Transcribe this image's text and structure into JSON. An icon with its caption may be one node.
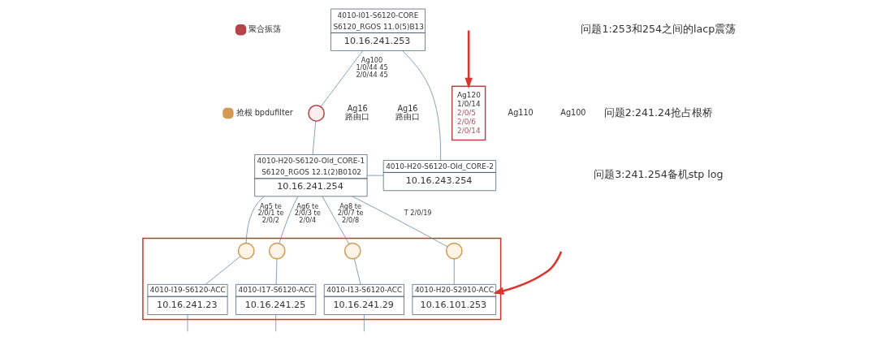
{
  "diagram": {
    "nodes": [
      {
        "text": [
          "4010-I01-S6120-CORE",
          "S6120_RGOS 11.0(5)B13",
          "10.16.241.253"
        ]
      },
      {
        "text": [
          "Ag120",
          "1/0/14",
          "2/0/5",
          "2/0/6",
          "2/0/14"
        ]
      },
      {
        "text": [],
        "shape": "circle"
      },
      {
        "text": [
          "4010-H20-S6120-Old_CORE-1",
          "S6120_RGOS 12.1(2)B0102",
          "10.16.241.254"
        ]
      },
      {
        "text": [
          "4010-H20-S6120-Old_CORE-2",
          "10.16.243.254"
        ]
      },
      {
        "text": [],
        "shape": "box"
      },
      {
        "text": [],
        "shape": "circle",
        "in": 5
      },
      {
        "text": [],
        "shape": "circle",
        "in": 5
      },
      {
        "text": [],
        "shape": "circle",
        "in": 5
      },
      {
        "text": [],
        "shape": "circle",
        "in": 5
      },
      {
        "text": [
          "4010-I19-S6120-ACC",
          "10.16.241.23"
        ],
        "in": 5
      },
      {
        "text": [
          "4010-I17-S6120-ACC",
          "10.16.241.25"
        ],
        "in": 5
      },
      {
        "text": [
          "4010-I13-S6120-ACC",
          "10.16.241.29"
        ],
        "in": 5
      },
      {
        "text": [
          "4010-H20-S2910-ACC",
          "10.16.101.253"
        ],
        "in": 5
      }
    ],
    "edges": [
      {
        "from": 0,
        "to": 2,
        "arrow": "none",
        "label": "Ag100 1/0/44 45 2/0/44 45"
      },
      {
        "from": 2,
        "to": 3,
        "arrow": "none"
      },
      {
        "from": 0,
        "to": 4,
        "arrow": "none"
      },
      {
        "from": 3,
        "to": 4,
        "arrow": "none"
      },
      {
        "from": 3,
        "to": 6,
        "arrow": "none",
        "label": "Ag5 te 2/0/1 te 2/0/2"
      },
      {
        "from": 6,
        "to": 10,
        "arrow": "none"
      },
      {
        "from": 3,
        "to": 7,
        "arrow": "none",
        "label": "Ag6 te 2/0/3 te 2/0/4"
      },
      {
        "from": 7,
        "to": 11,
        "arrow": "none"
      },
      {
        "from": 3,
        "to": 8,
        "arrow": "none",
        "label": "Ag8 te 2/0/7 te 2/0/8"
      },
      {
        "from": 8,
        "to": 12,
        "arrow": "none"
      },
      {
        "from": 3,
        "to": 9,
        "arrow": "none",
        "label": "T 2/0/19"
      },
      {
        "from": 9,
        "to": 13,
        "arrow": "none"
      },
      {
        "from": 10,
        "to": null,
        "arrow": "none"
      },
      {
        "from": 11,
        "to": null,
        "arrow": "none"
      },
      {
        "from": 12,
        "to": null,
        "arrow": "none"
      },
      {
        "from": null,
        "to": 1,
        "arrow": "to",
        "style": "thick",
        "color": "#d9362f"
      },
      {
        "from": null,
        "to": 13,
        "arrow": "to",
        "style": "thick",
        "color": "#d9362f"
      }
    ],
    "labels": [
      "问题1:253和254之间的lacp震荡",
      "问题2:241.24抢占根桥",
      "问题3:241.254备机stp log",
      "Ag110",
      "Ag100",
      "Ag16 路由口",
      "Ag16 路由口"
    ],
    "legend": [
      {
        "text": "聚合振荡",
        "color": "#b5454b"
      },
      {
        "text": "抢根 bpdufilter",
        "color": "#d39a55"
      }
    ]
  }
}
